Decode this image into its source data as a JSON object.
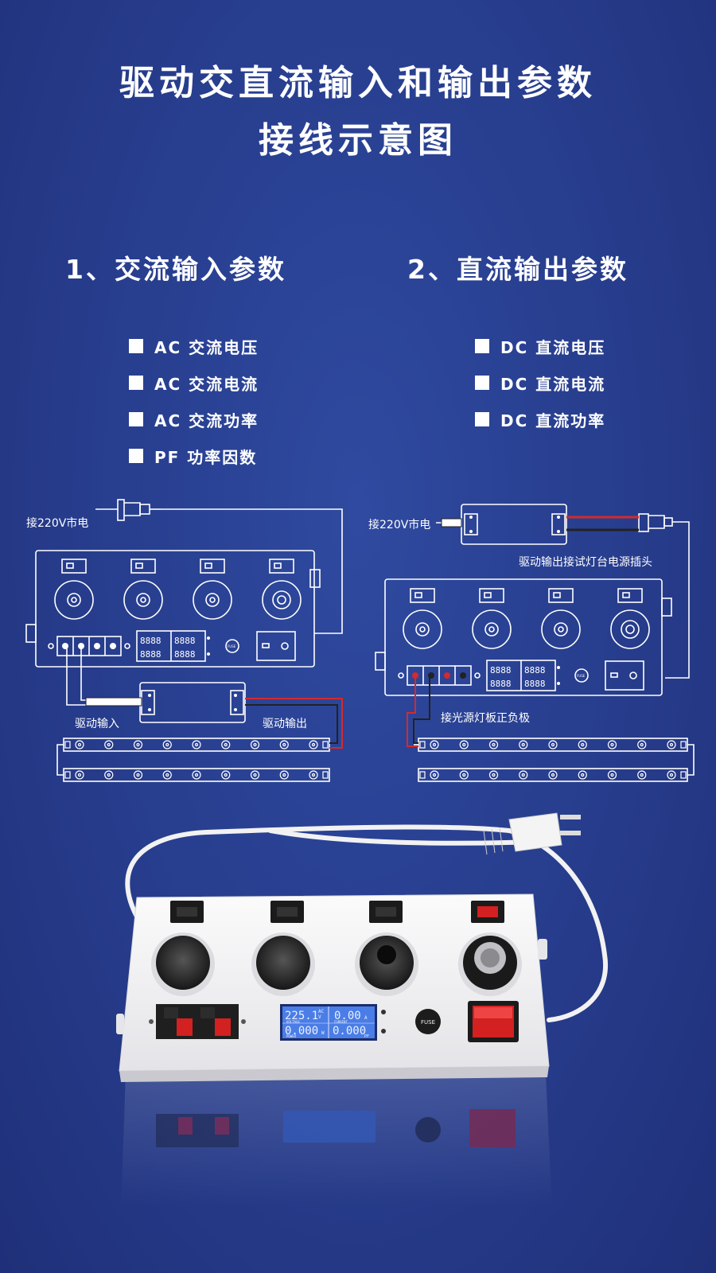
{
  "title": {
    "line1": "驱动交直流输入和输出参数",
    "line2": "接线示意图"
  },
  "sections": {
    "ac": {
      "heading": "1、交流输入参数",
      "items": [
        "AC 交流电压",
        "AC 交流电流",
        "AC 交流功率",
        "PF 功率因数"
      ]
    },
    "dc": {
      "heading": "2、直流输出参数",
      "items": [
        "DC 直流电压",
        "DC 直流电流",
        "DC 直流功率"
      ]
    }
  },
  "diagram_left": {
    "mains_label": "接220V市电",
    "driver_in": "驱动输入",
    "driver_out": "驱动输出",
    "display_digits": "8888",
    "fuse": "FUSE"
  },
  "diagram_right": {
    "mains_label": "接220V市电",
    "plug_label": "驱动输出接试灯台电源插头",
    "led_label": "接光源灯板正负极",
    "display_digits": "8888",
    "fuse": "FUSE"
  },
  "product": {
    "display": {
      "voltage": "225.1",
      "current": "0.00",
      "power": "0.000",
      "pf": "0.000",
      "voltage_label": "VOLTAGE",
      "current_label": "CURRENT",
      "power_label": "POWER",
      "pf_label": "PF",
      "ac_unit": "AC",
      "v_unit": "V",
      "a_unit": "A",
      "w_unit": "W"
    },
    "fuse": "FUSE"
  },
  "colors": {
    "background": "#2a3f8f",
    "wire_red": "#d42a2a",
    "switch_red": "#d32020",
    "lcd": "#4a7de6"
  }
}
